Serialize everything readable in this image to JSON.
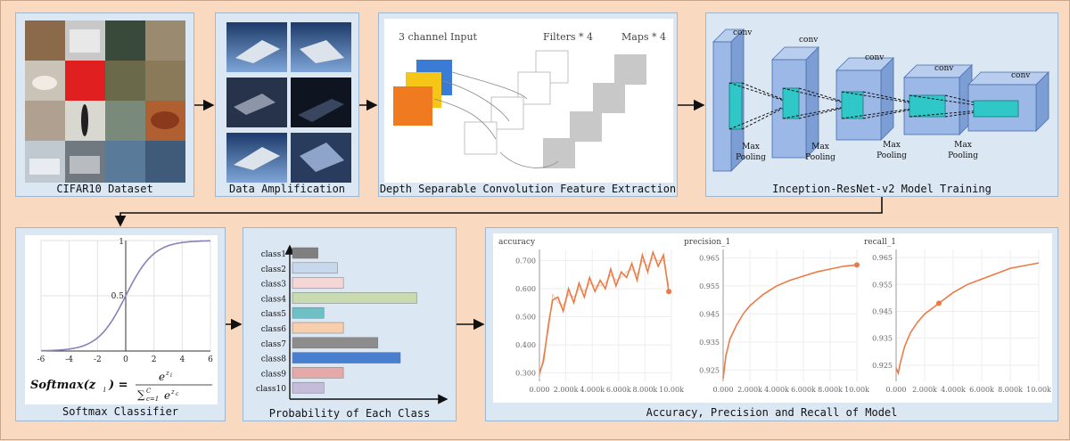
{
  "panels": {
    "cifar": {
      "caption": "CIFAR10 Dataset"
    },
    "amplification": {
      "caption": "Data Amplification"
    },
    "depthwise": {
      "caption": "Depth Separable Convolution Feature Extraction",
      "input_label": "3 channel Input",
      "filters_label": "Filters * 4",
      "maps_label": "Maps * 4"
    },
    "inception": {
      "caption": "Inception-ResNet-v2 Model Training",
      "conv_label": "conv",
      "pool_label_1": "Max",
      "pool_label_2": "Pooling"
    },
    "softmax": {
      "caption": "Softmax Classifier",
      "y_ticks": [
        "1",
        "0.5"
      ],
      "x_ticks": [
        "-6",
        "-4",
        "-2",
        "0",
        "2",
        "4",
        "6"
      ],
      "formula_lhs": "Softmax(z",
      "formula_sub": "i",
      "formula_close": ") =",
      "formula_num": "e",
      "formula_num_sup": "z",
      "formula_num_sup_sub": "i",
      "formula_den": "∑",
      "formula_den_sup": "C",
      "formula_den_sub": "c=1",
      "formula_den_e": "e",
      "formula_den_e_sup": "z",
      "formula_den_e_sub": "c"
    },
    "probability": {
      "caption": "Probability of Each Class"
    },
    "metrics": {
      "caption": "Accuracy, Precision and Recall of Model",
      "titles": [
        "accuracy",
        "precision_1",
        "recall_1"
      ]
    }
  },
  "chart_data": [
    {
      "type": "bar",
      "orientation": "horizontal",
      "categories": [
        "class1",
        "class2",
        "class3",
        "class4",
        "class5",
        "class6",
        "class7",
        "class8",
        "class9",
        "class10"
      ],
      "values": [
        0.17,
        0.3,
        0.34,
        0.83,
        0.21,
        0.34,
        0.57,
        0.72,
        0.34,
        0.21
      ],
      "colors": [
        "#7f7f7f",
        "#c6d7ee",
        "#f4d6d6",
        "#c8dbb0",
        "#6fc0c6",
        "#f8cfae",
        "#8c8c8c",
        "#4a7fd0",
        "#e6a9a9",
        "#c4bcd8"
      ]
    },
    {
      "type": "line",
      "title": "accuracy",
      "x_ticks": [
        "0.000",
        "2.000k",
        "4.000k",
        "6.000k",
        "8.000k",
        "10.00k"
      ],
      "y_ticks": [
        "0.300",
        "0.400",
        "0.500",
        "0.600",
        "0.700"
      ],
      "xlim": [
        0,
        10000
      ],
      "ylim": [
        0.27,
        0.74
      ],
      "x": [
        0,
        300,
        700,
        1000,
        1400,
        1800,
        2200,
        2600,
        3000,
        3400,
        3800,
        4200,
        4600,
        5000,
        5400,
        5800,
        6200,
        6600,
        7000,
        7400,
        7800,
        8200,
        8600,
        9000,
        9400,
        9800
      ],
      "y": [
        0.3,
        0.34,
        0.48,
        0.56,
        0.57,
        0.52,
        0.6,
        0.55,
        0.62,
        0.57,
        0.64,
        0.59,
        0.63,
        0.6,
        0.67,
        0.61,
        0.66,
        0.64,
        0.69,
        0.63,
        0.72,
        0.66,
        0.73,
        0.68,
        0.72,
        0.59
      ]
    },
    {
      "type": "line",
      "title": "precision_1",
      "x_ticks": [
        "0.000",
        "2.000k",
        "4.000k",
        "6.000k",
        "8.000k",
        "10.00k"
      ],
      "y_ticks": [
        "0.925",
        "0.935",
        "0.945",
        "0.955",
        "0.965"
      ],
      "xlim": [
        0,
        10000
      ],
      "ylim": [
        0.921,
        0.968
      ],
      "x": [
        0,
        200,
        500,
        1000,
        1500,
        2000,
        3000,
        4000,
        5000,
        6000,
        7000,
        8000,
        9000,
        10000
      ],
      "y": [
        0.922,
        0.93,
        0.936,
        0.941,
        0.945,
        0.948,
        0.952,
        0.955,
        0.957,
        0.9585,
        0.96,
        0.961,
        0.962,
        0.9625
      ]
    },
    {
      "type": "line",
      "title": "recall_1",
      "x_ticks": [
        "0.000",
        "2.000k",
        "4.000k",
        "6.000k",
        "8.000k",
        "10.00k"
      ],
      "y_ticks": [
        "0.925",
        "0.935",
        "0.945",
        "0.955",
        "0.965"
      ],
      "xlim": [
        0,
        10000
      ],
      "ylim": [
        0.919,
        0.968
      ],
      "x": [
        0,
        150,
        300,
        600,
        1000,
        1500,
        2000,
        3000,
        4000,
        5000,
        6000,
        7000,
        8000,
        9000,
        10000
      ],
      "y": [
        0.924,
        0.922,
        0.926,
        0.932,
        0.937,
        0.941,
        0.944,
        0.948,
        0.952,
        0.955,
        0.957,
        0.959,
        0.961,
        0.962,
        0.963
      ]
    },
    {
      "type": "line",
      "subtype": "sigmoid",
      "xlim": [
        -6,
        6
      ],
      "ylim": [
        0,
        1
      ]
    }
  ]
}
